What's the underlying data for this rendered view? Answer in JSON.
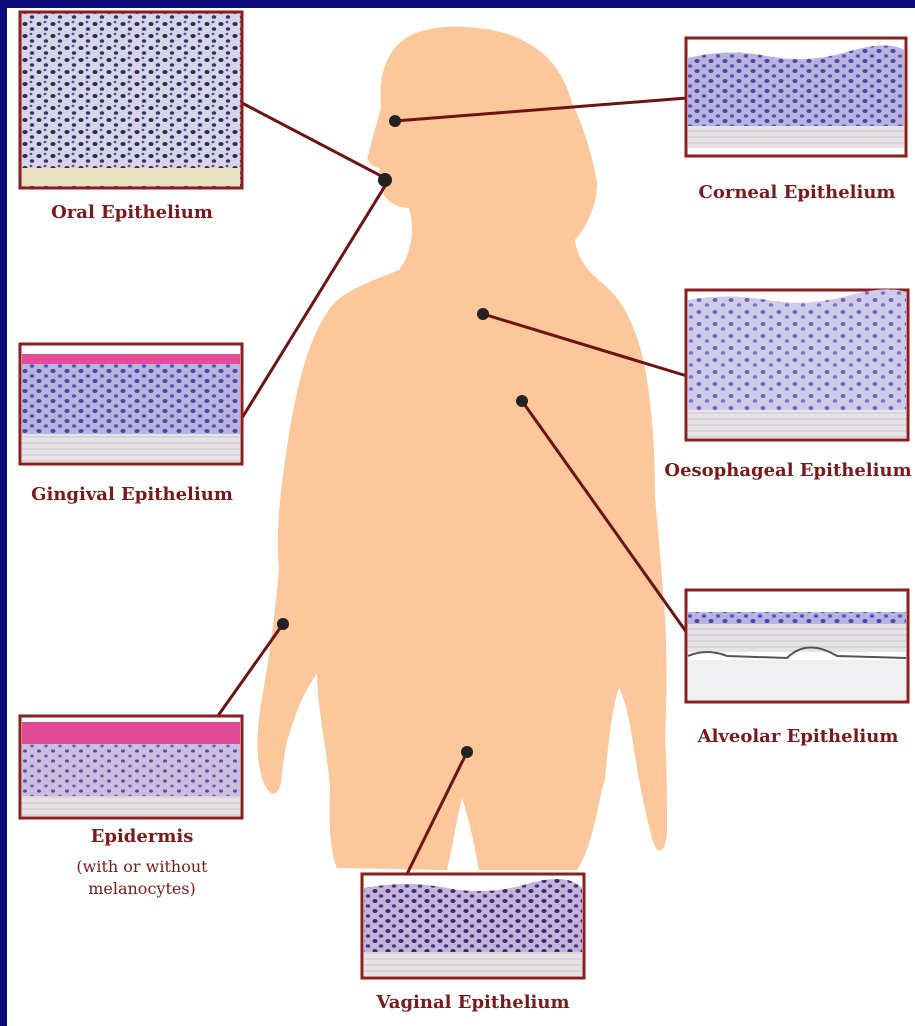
{
  "colors": {
    "frame": "#0a0a7a",
    "silhouette": "#fcc79a",
    "label": "#7a1a1a",
    "leader_line": "#6e1212",
    "box_border": "#8b1e1e",
    "dot": "#222222"
  },
  "tissues": [
    {
      "id": "oral",
      "label": "Oral Epithelium",
      "stain": "dark-dense"
    },
    {
      "id": "corneal",
      "label": "Corneal Epithelium",
      "stain": "purple"
    },
    {
      "id": "gingival",
      "label": "Gingival Epithelium",
      "stain": "pink-keratinized"
    },
    {
      "id": "oesophageal",
      "label": "Oesophageal Epithelium",
      "stain": "purple-light"
    },
    {
      "id": "alveolar",
      "label": "Alveolar Epithelium",
      "stain": "thin"
    },
    {
      "id": "epidermis",
      "label": "Epidermis",
      "note_lines": [
        "(with or without",
        "melanocytes)"
      ],
      "stain": "pink-keratinized"
    },
    {
      "id": "vaginal",
      "label": "Vaginal Epithelium",
      "stain": "purple-dark"
    }
  ]
}
